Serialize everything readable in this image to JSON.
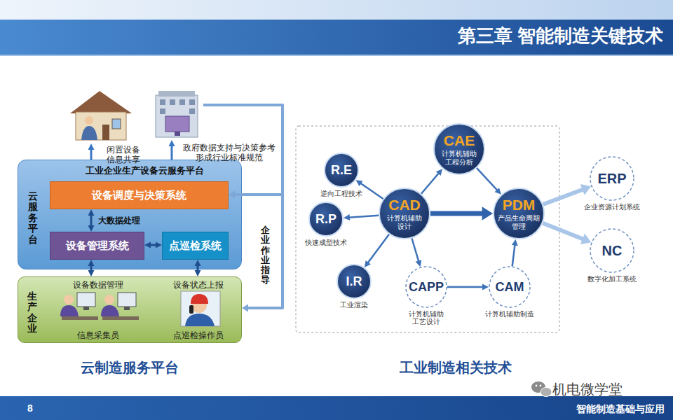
{
  "diagram": {
    "title": "第三章 智能制造关键技术",
    "nodes": [
      {
        "text": [
          "闲置设备 信息共享"
        ]
      },
      {
        "text": [
          "政府数据支持与决策参考 形成行业标准规范"
        ]
      },
      {
        "text": [
          "工业企业生产设备云服务平台",
          "云服务平台"
        ]
      },
      {
        "text": [
          "设备调度与决策系统"
        ],
        "in": 2
      },
      {
        "text": [
          "设备管理系统"
        ],
        "in": 2
      },
      {
        "text": [
          "点巡检系统"
        ],
        "in": 2
      },
      {
        "text": [
          "生产企业"
        ]
      },
      {
        "text": [
          "R.E",
          "逆向工程技术"
        ]
      },
      {
        "text": [
          "R.P",
          "快速成型技术"
        ]
      },
      {
        "text": [
          "I.R",
          "工业渲染"
        ]
      },
      {
        "text": [
          "CAD",
          "计算机辅助 设计"
        ]
      },
      {
        "text": [
          "CAE",
          "计算机辅助 工程分析"
        ]
      },
      {
        "text": [
          "PDM",
          "产品生命周期 管理"
        ]
      },
      {
        "text": [
          "CAPP",
          "计算机辅助 工艺设计"
        ]
      },
      {
        "text": [
          "CAM",
          "计算机辅助制造"
        ]
      },
      {
        "text": [
          "ERP",
          "企业资源计划系统"
        ]
      },
      {
        "text": [
          "NC",
          "数字化加工系统"
        ]
      }
    ],
    "edges": [
      {
        "from": 2,
        "to": 0,
        "arrow": "to"
      },
      {
        "from": 2,
        "to": 1,
        "arrow": "to"
      },
      {
        "from": 3,
        "to": 4,
        "label": "大数据处理",
        "arrow": "both"
      },
      {
        "from": 4,
        "to": 5,
        "arrow": "both"
      },
      {
        "from": 4,
        "to": 6,
        "arrow": "both"
      },
      {
        "from": 5,
        "to": 6,
        "arrow": "both"
      },
      {
        "from": 1,
        "to": 6,
        "label": "企业作业指导",
        "arrow": "to"
      },
      {
        "from": 1,
        "to": 3,
        "arrow": "to"
      },
      {
        "from": 10,
        "to": 7,
        "arrow": "to"
      },
      {
        "from": 10,
        "to": 8,
        "arrow": "to"
      },
      {
        "from": 10,
        "to": 9,
        "arrow": "to"
      },
      {
        "from": 10,
        "to": 11,
        "arrow": "to"
      },
      {
        "from": 11,
        "to": 12,
        "arrow": "to"
      },
      {
        "from": 10,
        "to": 12,
        "arrow": "to"
      },
      {
        "from": 10,
        "to": 13,
        "arrow": "to"
      },
      {
        "from": 13,
        "to": 14,
        "arrow": "to"
      },
      {
        "from": 14,
        "to": 12,
        "arrow": "to"
      },
      {
        "from": 12,
        "to": 15,
        "arrow": "to"
      },
      {
        "from": 12,
        "to": 16,
        "arrow": "to"
      }
    ],
    "labels": [
      "云制造服务平台",
      "工业制造相关技术",
      "设备数据管理",
      "设备状态上报",
      "信息采集员",
      "点巡检操作员",
      "8",
      "机电微学堂",
      "智能制造基础与应用"
    ]
  }
}
